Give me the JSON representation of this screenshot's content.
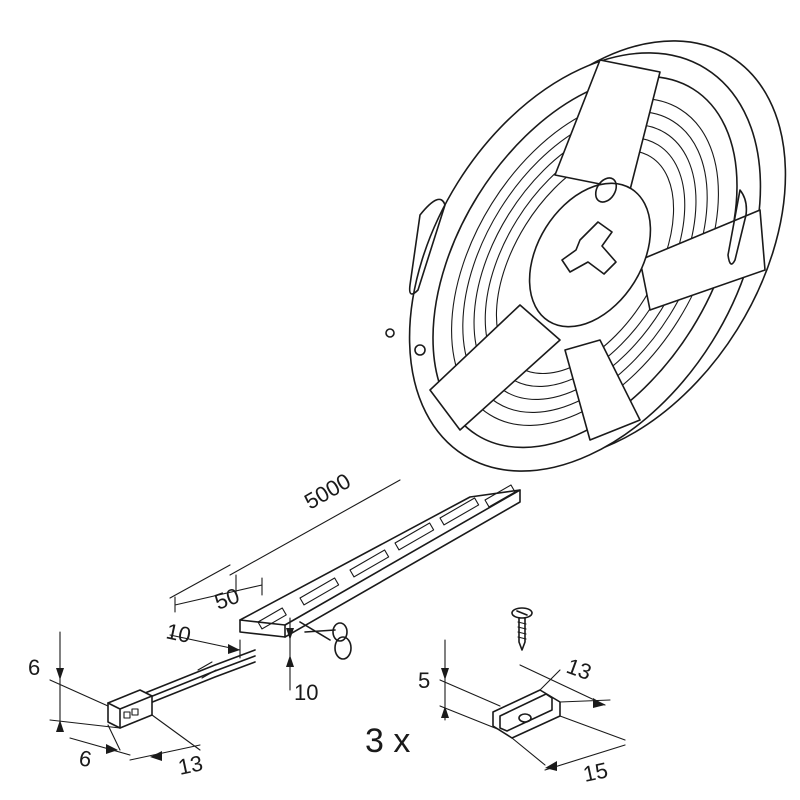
{
  "dimensions": {
    "strip_length": "5000",
    "cut_interval": "50",
    "strip_width": "10",
    "strip_height": "10",
    "connector_height": "6",
    "connector_width": "6",
    "connector_length": "13",
    "clip_height": "5",
    "clip_depth": "13",
    "clip_length": "15",
    "clip_quantity": "3 x"
  },
  "icons": {
    "reel": "led-strip-reel-icon",
    "scissors": "scissors-icon",
    "screw": "screw-icon",
    "clip": "mounting-clip-icon",
    "connector": "connector-plug-icon"
  }
}
